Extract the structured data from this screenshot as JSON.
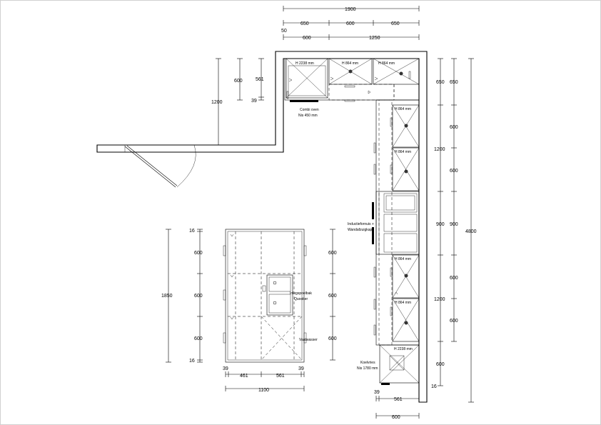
{
  "top_dims": {
    "total": "1900",
    "row2": [
      "650",
      "600",
      "650"
    ],
    "small": "50",
    "row3": [
      "600",
      "1250"
    ]
  },
  "left_dims": {
    "wall_height": "1200",
    "tall": "600",
    "upper": "561",
    "offset": "39"
  },
  "right_dims": {
    "inner": [
      "650",
      "1200",
      "900",
      "1200",
      "600"
    ],
    "outer": [
      "650",
      "600",
      "600",
      "900",
      "600",
      "600"
    ],
    "total": "4800",
    "end": "16"
  },
  "island_dims": {
    "left_total": "1850",
    "left_parts": [
      "16",
      "600",
      "600",
      "600",
      "16"
    ],
    "right_parts": [
      "600",
      "600",
      "600"
    ],
    "bottom_row": [
      "39",
      "461",
      "561",
      "39"
    ],
    "bottom_total": "1100"
  },
  "right_bottom_dims": {
    "depth": "39",
    "width": "561",
    "total": "600"
  },
  "labels": {
    "combi_oven": [
      "Combi oven",
      "Nis 450 mm"
    ],
    "cabinets_top": [
      "H 2238 mm",
      "H 864 mm",
      "H 864 mm"
    ],
    "cabinets_right": [
      "H 864 mm",
      "H 864 mm",
      "H 864 mm",
      "H 864 mm"
    ],
    "hob": [
      "Inductiefornuis +",
      "Wandafzuigkap"
    ],
    "sink": [
      "Inlegspoelbak",
      "Quooker"
    ],
    "dishwasher": "Vaatwasser",
    "fridge": [
      "Koelvries",
      "Nis 1780 mm"
    ],
    "fridge_height": "H 2238 mm"
  },
  "icons": [
    "door-swing-icon",
    "cabinet-handle-icon",
    "hinge-dot-icon",
    "hob-zone-icon",
    "sink-bowl-icon",
    "tap-icon"
  ]
}
